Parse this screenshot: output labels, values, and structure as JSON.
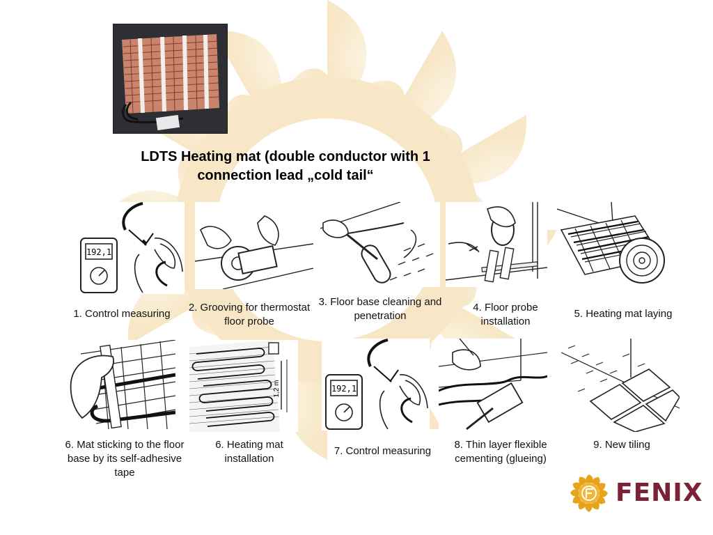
{
  "slide": {
    "title": "LDTS Heating mat (double conductor with 1 connection lead  „cold tail“",
    "logo_text": "FENIX",
    "colors": {
      "background": "#ffffff",
      "sun_watermark": "#f7e7c4",
      "logo_text": "#7b2236",
      "logo_sun": "#e8a31c"
    }
  },
  "steps": [
    {
      "caption": "1. Control measuring",
      "meter_reading": "192,1",
      "icon": "multimeter-illustration"
    },
    {
      "caption": "2. Grooving for thermostat floor probe",
      "icon": "grooving-illustration"
    },
    {
      "caption": "3. Floor base cleaning and penetration",
      "icon": "roller-illustration"
    },
    {
      "caption": "4. Floor probe installation",
      "icon": "probe-tape-illustration"
    },
    {
      "caption": "5. Heating mat laying",
      "icon": "mat-roll-illustration"
    },
    {
      "caption": "6. Mat sticking to the floor base by its self-adhesive tape",
      "icon": "tape-press-illustration"
    },
    {
      "caption": "6. Heating mat installation",
      "height_label": "1,2 m",
      "icon": "mat-layout-illustration"
    },
    {
      "caption": "7. Control measuring",
      "meter_reading": "192,1",
      "icon": "multimeter-illustration"
    },
    {
      "caption": "8. Thin layer flexible cementing (glueing)",
      "icon": "trowel-illustration"
    },
    {
      "caption": "9. New tiling",
      "icon": "tiles-illustration"
    }
  ]
}
